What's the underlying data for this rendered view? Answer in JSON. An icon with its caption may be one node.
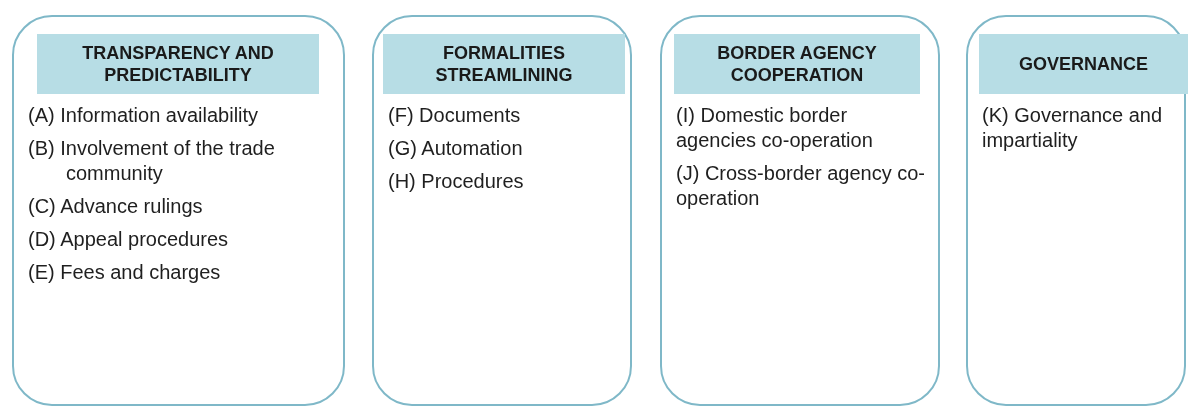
{
  "diagram": {
    "nodes": [
      {
        "text": [
          "(A) Information availability",
          "(B) Involvement of the trade community",
          "(C) Advance rulings",
          "(D) Appeal procedures",
          "(E) Fees and charges"
        ]
      },
      {
        "text": [
          "TRANSPARENCY AND PREDICTABILITY"
        ],
        "in": 0
      },
      {
        "text": [
          "(F) Documents",
          "(G) Automation",
          "(H) Procedures"
        ]
      },
      {
        "text": [
          "FORMALITIES STREAMLINING"
        ],
        "in": 2
      },
      {
        "text": [
          "(I) Domestic border agencies co-operation",
          "(J) Cross-border agency co-operation"
        ]
      },
      {
        "text": [
          "BORDER AGENCY COOPERATION"
        ],
        "in": 4
      },
      {
        "text": [
          "(K) Governance and impartiality"
        ]
      },
      {
        "text": [
          "GOVERNANCE"
        ],
        "in": 6
      }
    ],
    "edges": []
  }
}
